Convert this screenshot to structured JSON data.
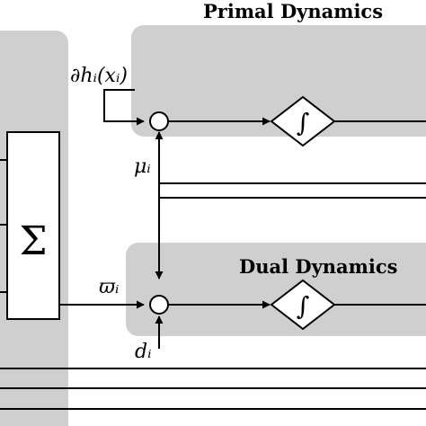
{
  "panels": {
    "primal_title": "Primal Dynamics",
    "dual_title": "Dual Dynamics"
  },
  "labels": {
    "gradient": "∂hᵢ(xᵢ)",
    "mu": "μᵢ",
    "omega": "ϖᵢ",
    "d": "dᵢ",
    "sum_symbol": "Σ",
    "integral_symbol": "∫"
  },
  "colors": {
    "panel_fill": "#cfcfcf",
    "line": "#000000",
    "background": "#ffffff"
  }
}
